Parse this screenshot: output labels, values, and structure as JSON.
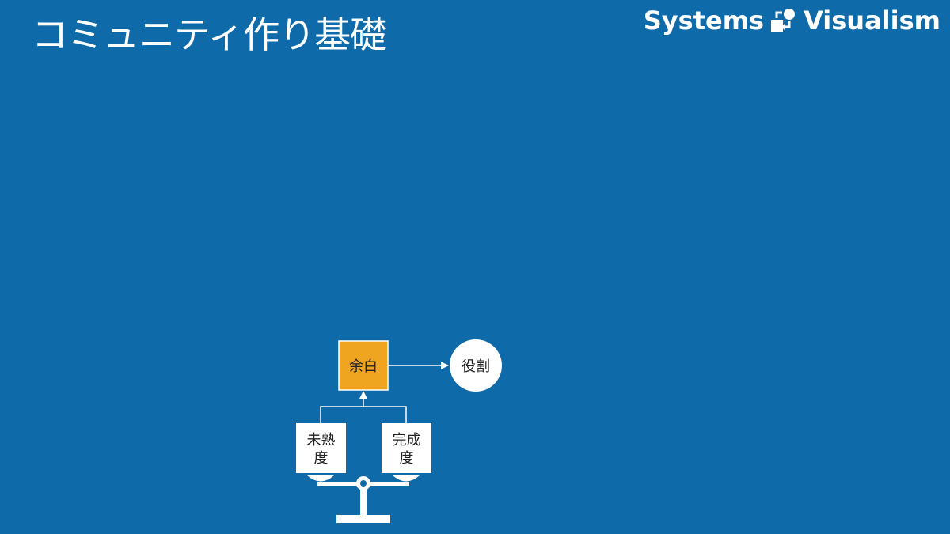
{
  "slide": {
    "title": "コミュニティ作り基礎",
    "background_color": "#0e6aa8"
  },
  "logo": {
    "left_word": "Systems",
    "right_word": "Visualism",
    "icon": "systems-visualism-logo-icon"
  },
  "diagram": {
    "accent_color": "#f0a520",
    "nodes": {
      "yohaku": {
        "label": "余白",
        "shape": "square",
        "color": "#f0a520"
      },
      "yakuwari": {
        "label": "役割",
        "shape": "circle",
        "color": "#ffffff"
      },
      "mijukudo": {
        "label_line1": "未熟",
        "label_line2": "度",
        "shape": "square",
        "color": "#ffffff"
      },
      "kanseido": {
        "label_line1": "完成",
        "label_line2": "度",
        "shape": "square",
        "color": "#ffffff"
      }
    },
    "balance_icon": "balance-scale-icon"
  }
}
